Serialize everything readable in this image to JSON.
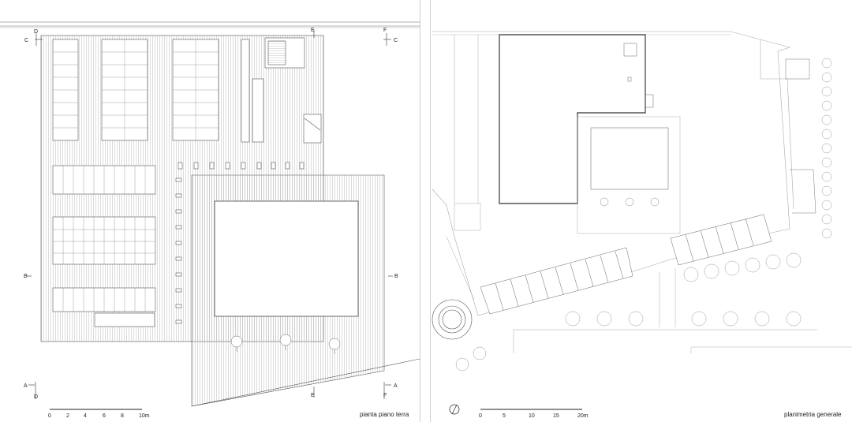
{
  "left_panel": {
    "caption": "pianta piano terra",
    "section_marks": {
      "a": "A",
      "b": "B",
      "c": "C",
      "d": "D",
      "e": "E",
      "f": "F"
    },
    "scale_bar": {
      "labels": [
        "0",
        "2",
        "4",
        "6",
        "8",
        "10m"
      ]
    }
  },
  "right_panel": {
    "caption": "planimetria generale",
    "scale_bar": {
      "labels": [
        "0",
        "5",
        "10",
        "15",
        "20m"
      ]
    }
  },
  "colors": {
    "line": "#4a4a4a",
    "light_line": "#9a9a9a",
    "background": "#ffffff"
  }
}
